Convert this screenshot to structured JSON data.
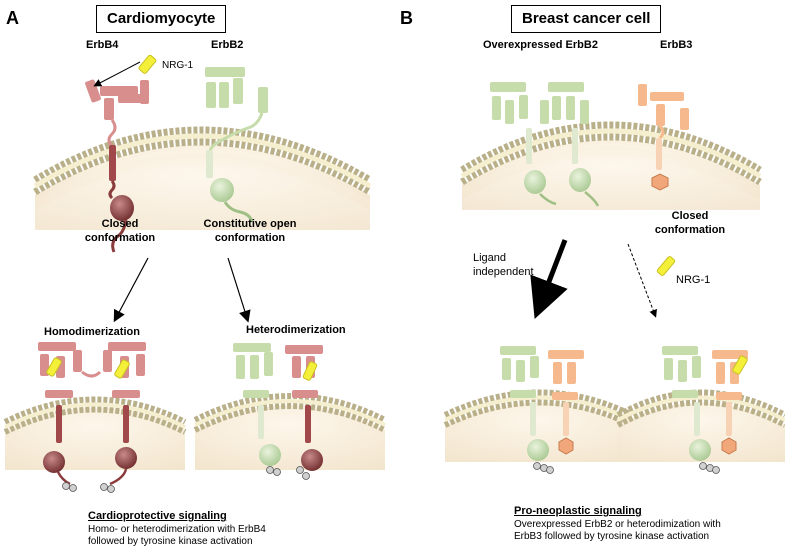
{
  "panel_a": {
    "letter": "A",
    "title": "Cardiomyocyte",
    "receptor_erbb4": "ErbB4",
    "receptor_erbb2": "ErbB2",
    "ligand": "NRG-1",
    "state_left_line1": "Closed",
    "state_left_line2": "conformation",
    "state_right_line1": "Constitutive open",
    "state_right_line2": "conformation",
    "homodimer": "Homodimerization",
    "heterodimer": "Heterodimerization",
    "signal_title": "Cardioprotective signaling",
    "signal_line1": "Homo- or heterodimerization with ErbB4",
    "signal_line2": "followed  by tyrosine kinase activation"
  },
  "panel_b": {
    "letter": "B",
    "title": "Breast cancer cell",
    "receptor_erbb2": "Overexpressed ErbB2",
    "receptor_erbb3": "ErbB3",
    "state_line1": "Closed",
    "state_line2": "conformation",
    "arrow_label_line1": "Ligand",
    "arrow_label_line2": "independent",
    "ligand": "NRG-1",
    "signal_title": "Pro-neoplastic signaling",
    "signal_line1": "Overexpressed ErbB2 or heterodimization with",
    "signal_line2": "ErbB3 followed by tyrosine kinase activation"
  },
  "colors": {
    "erbb4": "#d98e8e",
    "erbb4_dark": "#8a3b3b",
    "erbb2": "#c6dcaa",
    "erbb2_dark": "#9fbf85",
    "erbb3": "#f6b98d",
    "ligand": "#f4f03a",
    "membrane": "#e9dfc4",
    "cytoplasm": "#fbf3e4"
  }
}
